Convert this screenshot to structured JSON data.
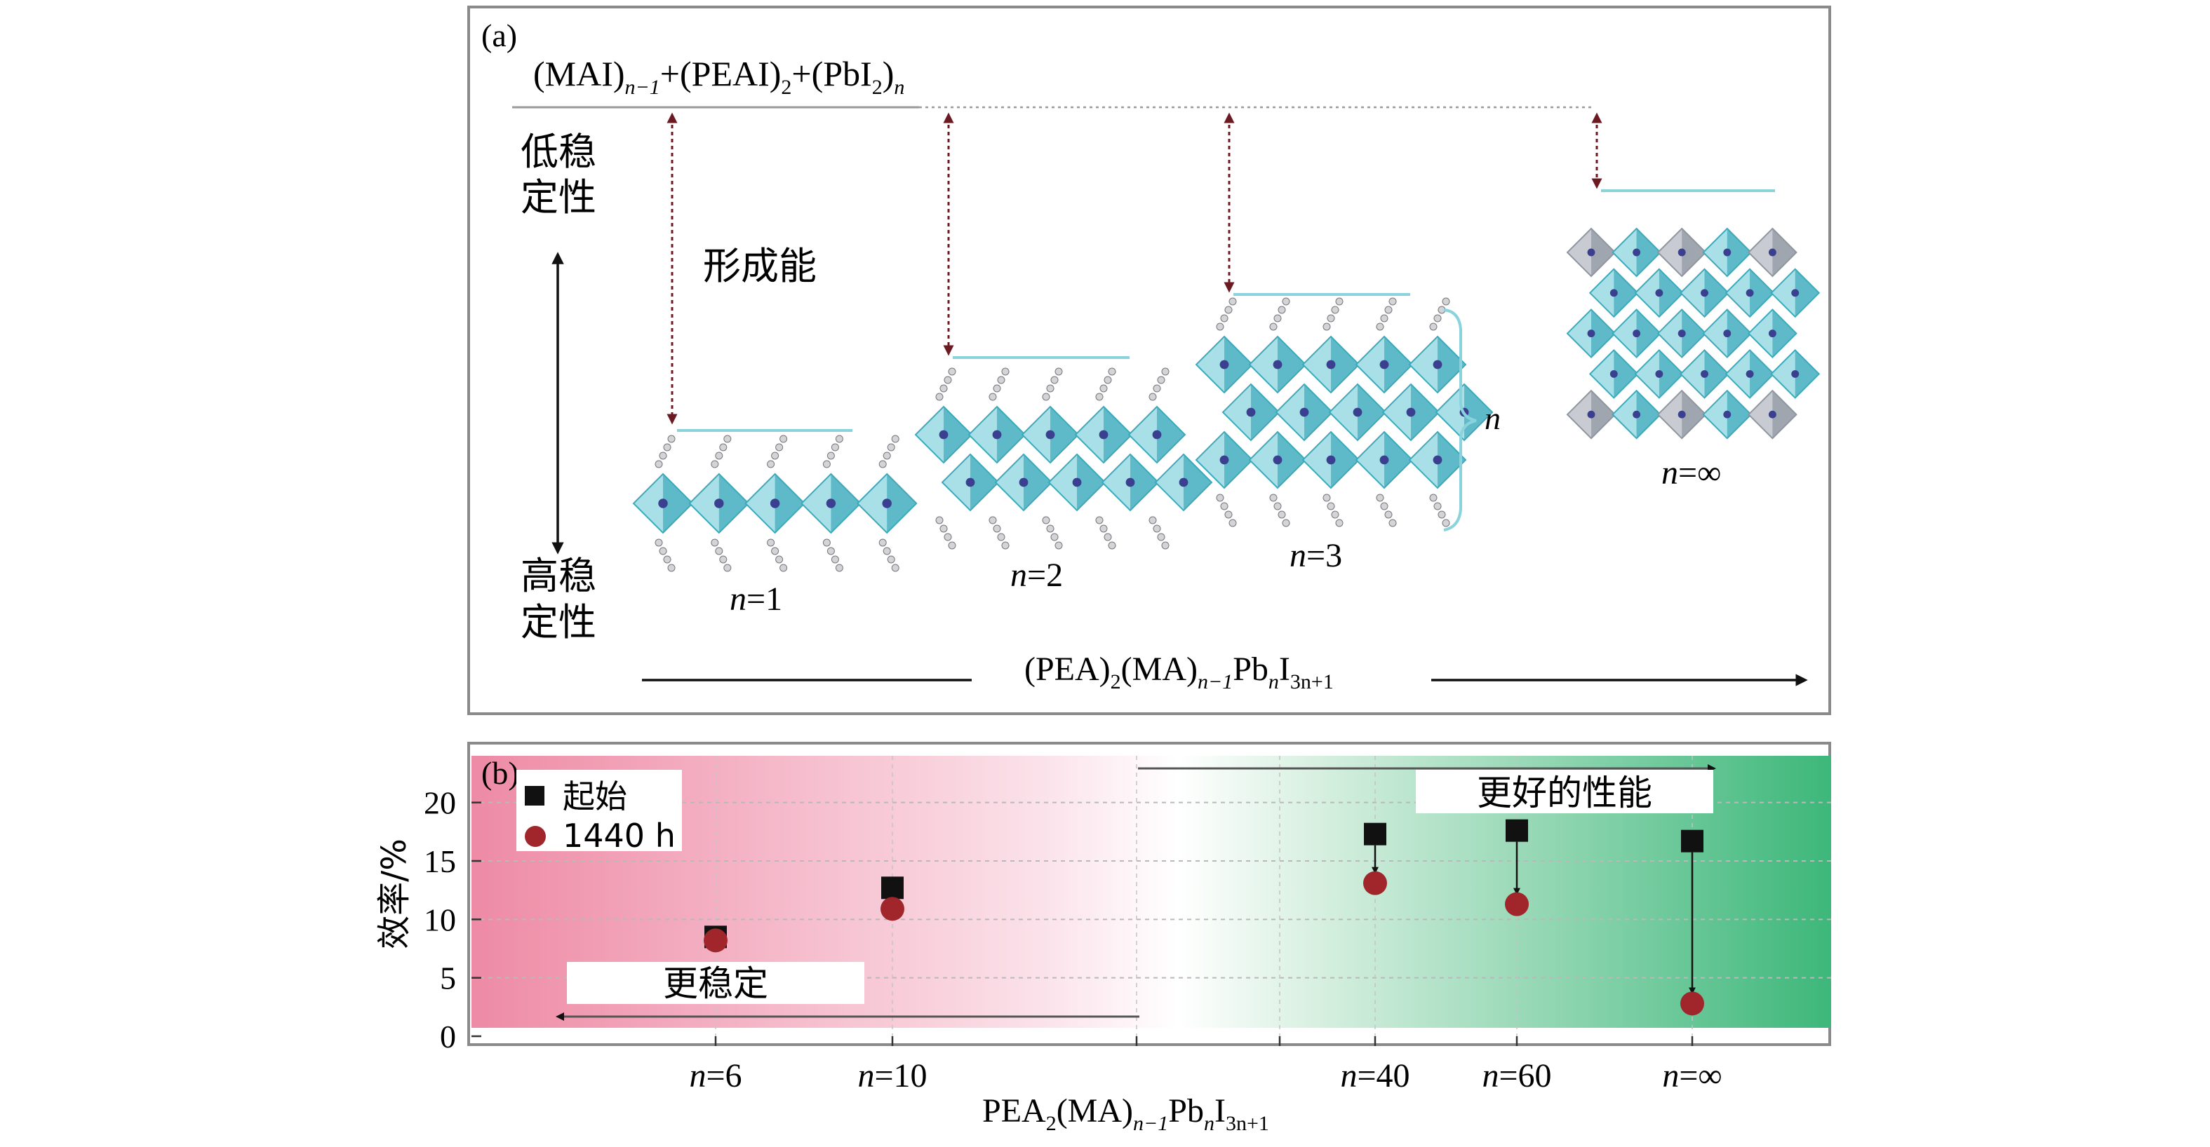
{
  "panel_a": {
    "label": "(a)",
    "reactant": {
      "main": "(MAI)",
      "sub1": "n−1",
      "plus1": "+(PEAI)",
      "sub2": "2",
      "plus2": "+(PbI",
      "sub3": "2",
      "close": ")",
      "sub4": "n"
    },
    "low_stability": [
      "低稳",
      "定性"
    ],
    "high_stability": [
      "高稳",
      "定性"
    ],
    "formation_energy": "形成能",
    "structures": [
      {
        "label_var": "n",
        "label_val": "=1"
      },
      {
        "label_var": "n",
        "label_val": "=2"
      },
      {
        "label_var": "n",
        "label_val": "=3"
      },
      {
        "label_var": "n",
        "label_val": "=∞"
      }
    ],
    "brace_label": "n",
    "bottom_formula": {
      "p1": "(PEA)",
      "s1": "2",
      "p2": "(MA)",
      "s2": "n−1",
      "p3": "Pb",
      "s3": "n",
      "p4": "I",
      "s4": "3n+1"
    },
    "colors": {
      "frame": "#8a8a8a",
      "arrow_dark": "#6b1a22",
      "level_line": "#8ad3dd",
      "octa_dark": "#3ea9ba",
      "octa_light": "#a9e0e8",
      "octa_grey": "#c8ccd2"
    }
  },
  "panel_b": {
    "label": "(b)",
    "better_performance": "更好的性能",
    "more_stable": "更稳定",
    "legend": [
      {
        "name": "起始",
        "marker": "square"
      },
      {
        "name": "1440 h",
        "marker": "circle"
      }
    ],
    "xlabel": {
      "p1": "PEA",
      "s1": "2",
      "p2": "(MA)",
      "s2": "n−1",
      "p3": "Pb",
      "s3": "n",
      "p4": "I",
      "s4": "3n+1"
    },
    "colors": {
      "pink": "#ee8aa5",
      "green": "#3db77a",
      "square": "#111111",
      "circle": "#a0262c"
    }
  },
  "chart_data": {
    "type": "scatter",
    "categories": [
      "n=6",
      "n=10",
      "n=40",
      "n=60",
      "n=∞"
    ],
    "ylabel": "效率/%",
    "ylim": [
      0,
      24
    ],
    "yticks": [
      0,
      5,
      10,
      15,
      20
    ],
    "grid": true,
    "legend_position": "top-left",
    "series": [
      {
        "name": "起始",
        "values": [
          8.5,
          12.7,
          17.3,
          17.6,
          16.7
        ]
      },
      {
        "name": "1440 h",
        "values": [
          8.2,
          10.9,
          13.1,
          11.3,
          2.8
        ]
      }
    ]
  }
}
